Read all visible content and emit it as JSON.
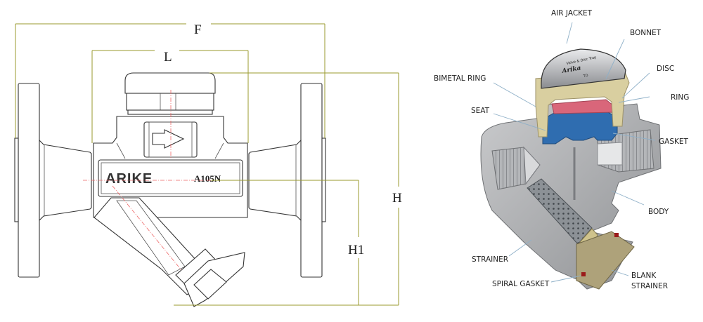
{
  "dimensions": {
    "f": "F",
    "l": "L",
    "h": "H",
    "h1": "H1"
  },
  "body_marking": {
    "brand": "ARIKE",
    "material_grade": "A105N"
  },
  "cutaway_labels": {
    "air_jacket": "AIR JACKET",
    "bonnet": "BONNET",
    "disc": "DISC",
    "bimetal_ring": "BIMETAL RING",
    "ring": "RING",
    "seat": "SEAT",
    "gasket": "GASKET",
    "body": "BODY",
    "strainer": "STRAINER",
    "spiral_gasket": "SPIRAL GASKET",
    "blank_strainer_line1": "BLANK",
    "blank_strainer_line2": "STRAINER"
  },
  "cap_engraving": {
    "line1": "Valve & Disc Trap",
    "logo": "Arika",
    "model": "TD"
  },
  "colors": {
    "dimension_line": "#9a9a2e",
    "center_line": "#e66666",
    "body_metal": "#a9abae",
    "bonnet_brass": "#d9cfa0",
    "disc_pink": "#d9667a",
    "seat_blue": "#2f6db0",
    "gasket_red": "#9b1b1b",
    "leader": "#8fb0c8"
  }
}
